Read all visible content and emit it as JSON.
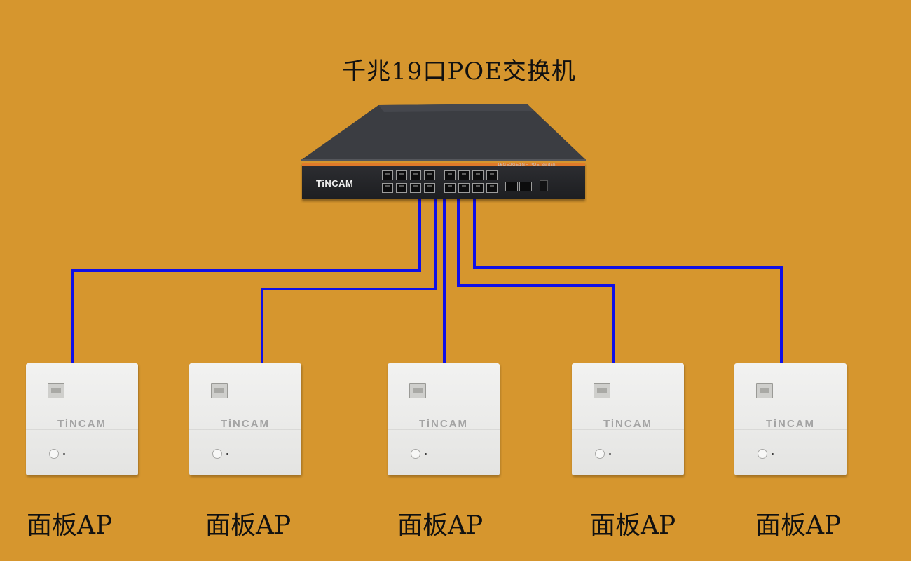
{
  "title": "千兆19口POE交换机",
  "switch": {
    "brand": "TiNCAM",
    "model": "16GE2GE1GF POE Switch"
  },
  "aps": [
    {
      "brand": "TiNCAM",
      "label": "面板AP"
    },
    {
      "brand": "TiNCAM",
      "label": "面板AP"
    },
    {
      "brand": "TiNCAM",
      "label": "面板AP"
    },
    {
      "brand": "TiNCAM",
      "label": "面板AP"
    },
    {
      "brand": "TiNCAM",
      "label": "面板AP"
    }
  ],
  "colors": {
    "background": "#d6962e",
    "cable": "#1010e6",
    "switch_accent": "#e07a2a"
  }
}
